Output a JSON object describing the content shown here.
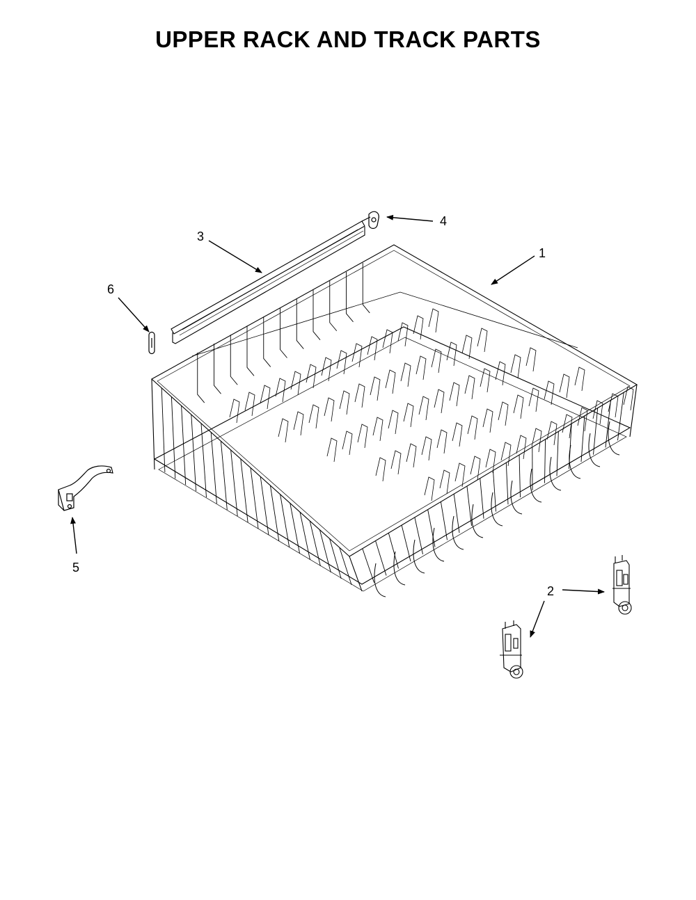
{
  "title": "UPPER RACK AND TRACK PARTS",
  "callouts": {
    "c1": "1",
    "c2": "2",
    "c3": "3",
    "c4": "4",
    "c5": "5",
    "c6": "6"
  },
  "colors": {
    "line": "#000000",
    "background": "#ffffff"
  }
}
